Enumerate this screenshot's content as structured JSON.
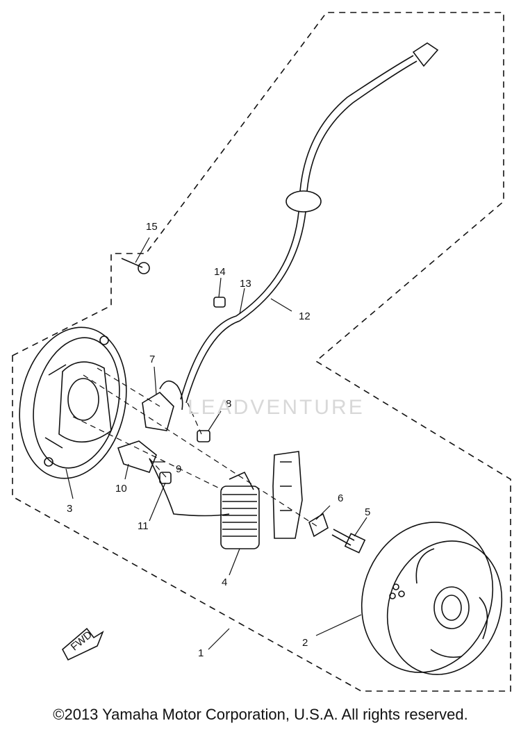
{
  "diagram": {
    "part_numbers": [
      "1",
      "2",
      "3",
      "4",
      "5",
      "6",
      "7",
      "8",
      "9",
      "10",
      "11",
      "12",
      "13",
      "14",
      "15"
    ],
    "fwd_label": "FWD",
    "watermark": "LEADVENTURE"
  },
  "footer": {
    "copyright": "©2013 Yamaha Motor Corporation, U.S.A. All rights reserved."
  }
}
